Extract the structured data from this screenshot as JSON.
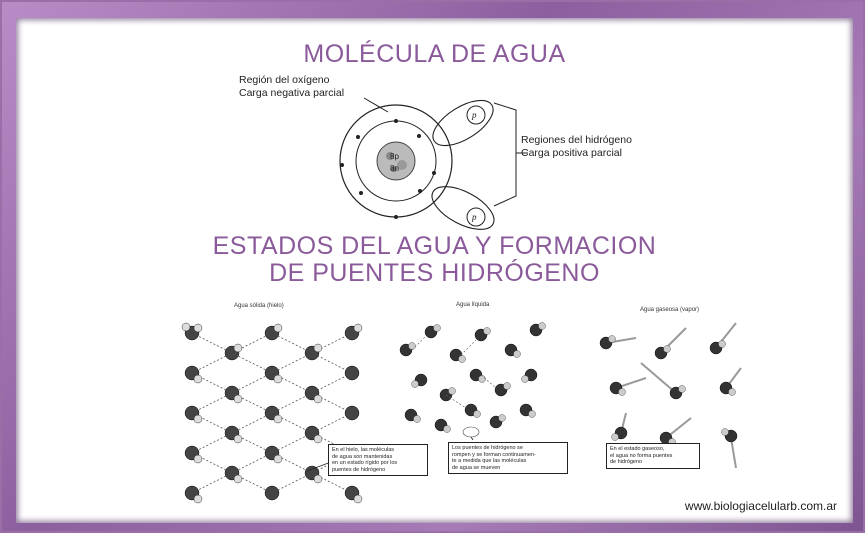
{
  "title_top": "MOLÉCULA DE AGUA",
  "title_bottom": [
    "ESTADOS DEL AGUA Y FORMACION",
    "DE PUENTES HIDRÓGENO"
  ],
  "oxygen_label": [
    "Región del oxígeno",
    "Carga negativa parcial"
  ],
  "hydrogen_label": [
    "Regiones del hidrógeno",
    "Carga positiva parcial"
  ],
  "nucleus": [
    "8p",
    "8n"
  ],
  "proton_mark": "p",
  "panels": [
    {
      "label": "Agua sólida (hielo)",
      "note": [
        "En el hielo, las moléculas",
        "de agua son mantenidas",
        "en un estado rígido por los",
        "puentes de hidrógeno"
      ]
    },
    {
      "label": "Agua líquida",
      "note": [
        "Los puentes de hidrógeno se",
        "rompen y se forman continuamen-",
        "te a medida que las moléculas",
        "de agua se mueven"
      ]
    },
    {
      "label": "Agua gaseosa (vapor)",
      "note": [
        "En el estado gaseoso,",
        "el agua no forma puentes",
        "de hidrógeno"
      ]
    }
  ],
  "source_url": "www.biologiacelularb.com.ar",
  "colors": {
    "title": "#8a5a9a",
    "frame": "#9a6fa8"
  }
}
